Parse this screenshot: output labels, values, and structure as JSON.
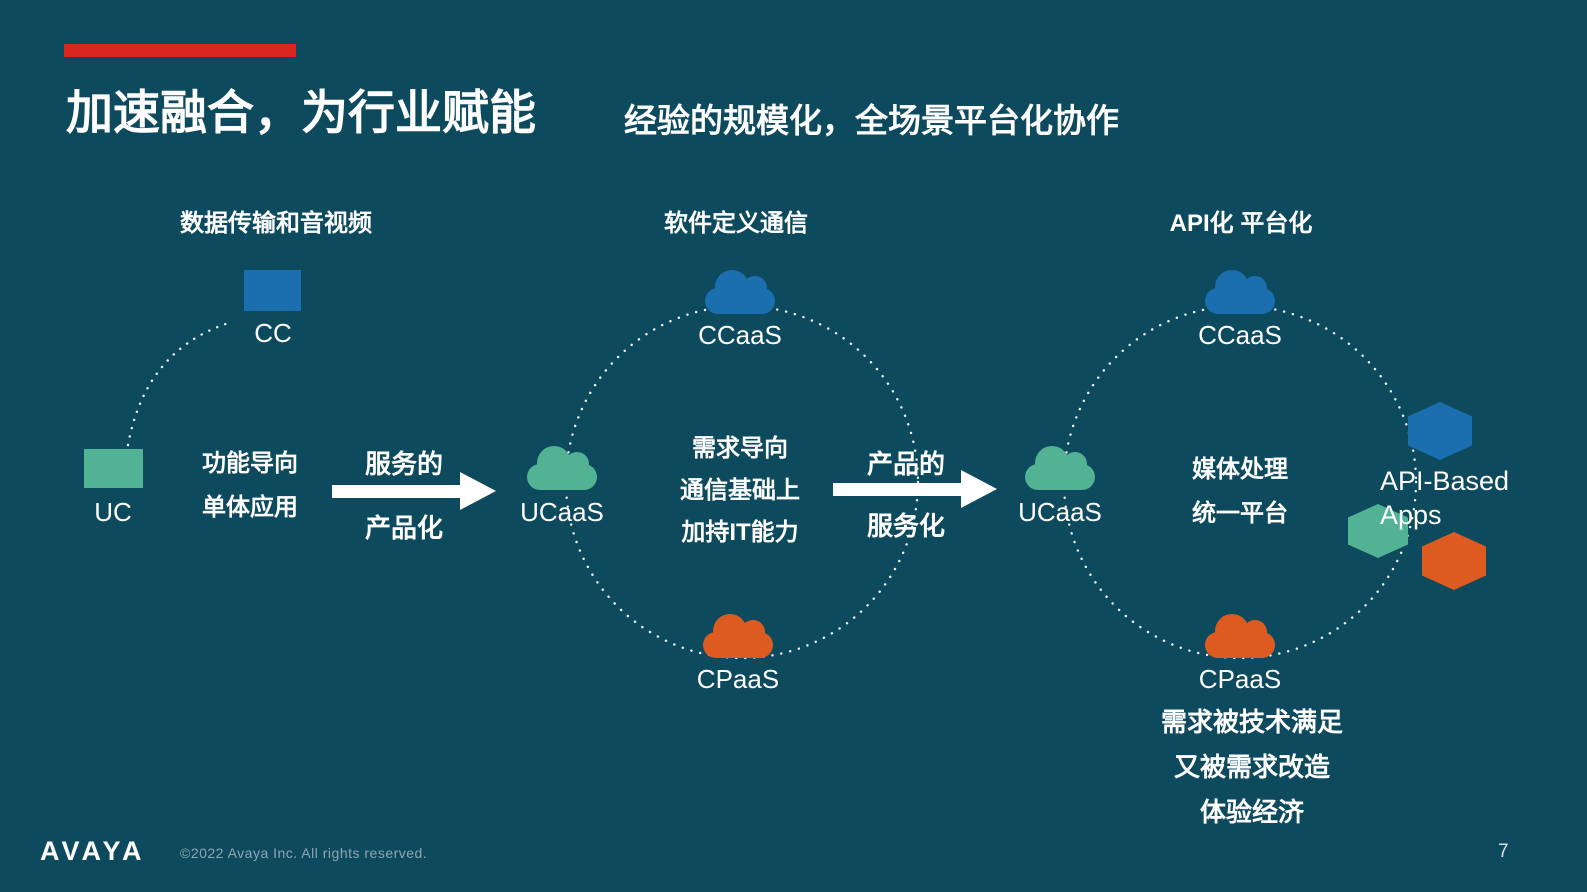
{
  "slide": {
    "title": "加速融合，为行业赋能",
    "subtitle": "经验的规模化，全场景平台化协作",
    "footer": {
      "logo": "AVAYA",
      "copyright": "©2022 Avaya Inc. All rights reserved.",
      "page_number": "7"
    }
  },
  "stage1": {
    "header": "数据传输和音视频",
    "cc_label": "CC",
    "uc_label": "UC",
    "desc_line1": "功能导向",
    "desc_line2": "单体应用"
  },
  "arrow1": {
    "top": "服务的",
    "bottom": "产品化"
  },
  "stage2": {
    "header": "软件定义通信",
    "ccaas_label": "CCaaS",
    "ucaas_label": "UCaaS",
    "cpaas_label": "CPaaS",
    "desc_line1": "需求导向",
    "desc_line2": "通信基础上",
    "desc_line3": "加持IT能力"
  },
  "arrow2": {
    "top": "产品的",
    "bottom": "服务化"
  },
  "stage3": {
    "header": "API化 平台化",
    "ccaas_label": "CCaaS",
    "ucaas_label": "UCaaS",
    "cpaas_label": "CPaaS",
    "desc_line1": "媒体处理",
    "desc_line2": "统一平台",
    "api_apps_label": "API-Based Apps",
    "bottom_line1": "需求被技术满足",
    "bottom_line2": "又被需求改造",
    "bottom_line3": "体验经济"
  },
  "colors": {
    "background": "#0e4a5e",
    "accent_red": "#d8261e",
    "node_blue": "#1b6fae",
    "node_teal": "#52b294",
    "node_orange": "#dd5b21",
    "text_white": "#ffffff"
  }
}
